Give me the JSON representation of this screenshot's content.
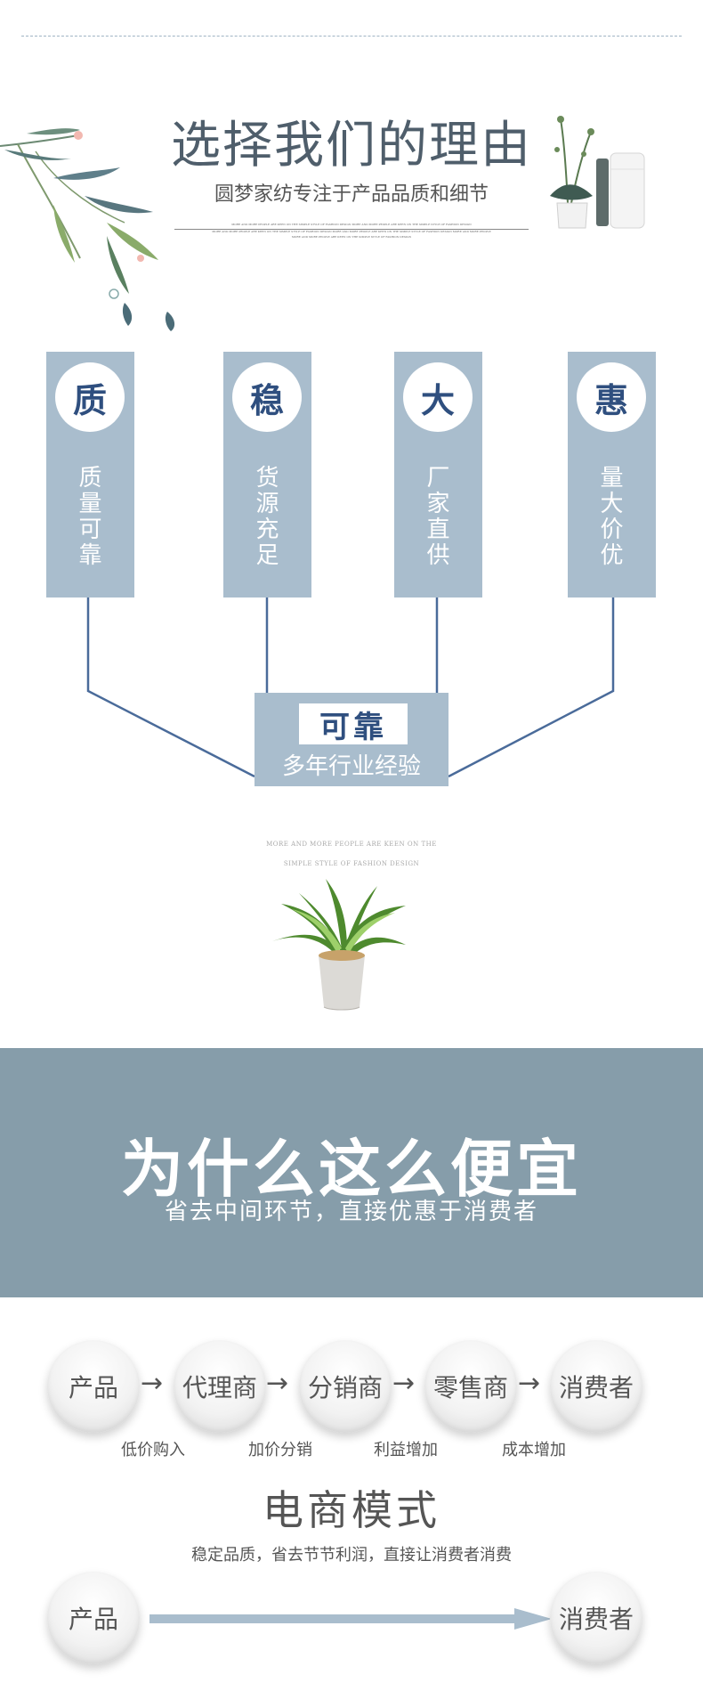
{
  "header": {
    "title": "选择我们的理由",
    "subtitle": "圆梦家纺专注于产品品质和细节",
    "fine_print_1": "MORE AND MORE PEOPLE ARE KEEN ON THE SIMPLE STYLE OF FASHION DESIGN MORE AND MORE PEOPLE ARE KEEN ON THE SIMPLE STYLE OF FASHION DESIGN",
    "fine_print_2": "MORE AND MORE PEOPLE ARE KEEN ON THE SIMPLE STYLE OF FASHION DESIGN MORE AND MORE PEOPLE ARE KEEN ON THE SIMPLE STYLE OF FASHION DESIGN MORE AND MORE PEOPLE",
    "fine_print_3": "MORE AND MORE PEOPLE ARE KEEN ON THE SIMPLE STYLE OF FASHION DESIGN"
  },
  "pillars": [
    {
      "badge": "质",
      "text": "质量可靠"
    },
    {
      "badge": "稳",
      "text": "货源充足"
    },
    {
      "badge": "大",
      "text": "厂家直供"
    },
    {
      "badge": "惠",
      "text": "量大价优"
    }
  ],
  "reliable": {
    "label": "可靠",
    "sub": "多年行业经验"
  },
  "caption": {
    "line1": "MORE AND MORE PEOPLE ARE KEEN ON THE",
    "line2": "SIMPLE STYLE OF FASHION DESIGN"
  },
  "why": {
    "title": "为什么这么便宜",
    "subtitle": "省去中间环节，直接优惠于消费者"
  },
  "chain": {
    "nodes": [
      "产品",
      "代理商",
      "分销商",
      "零售商",
      "消费者"
    ],
    "arrow": "→",
    "labels": [
      "低价购入",
      "加价分销",
      "利益增加",
      "成本增加"
    ]
  },
  "ecommerce": {
    "title": "电商模式",
    "subtitle": "稳定品质，省去节节利润，直接让消费者消费",
    "start": "产品",
    "end": "消费者"
  },
  "colors": {
    "pillar": "#a9bdcd",
    "badge_text": "#2f4f7f",
    "connector": "#4a6b9a",
    "band": "#869daa"
  }
}
